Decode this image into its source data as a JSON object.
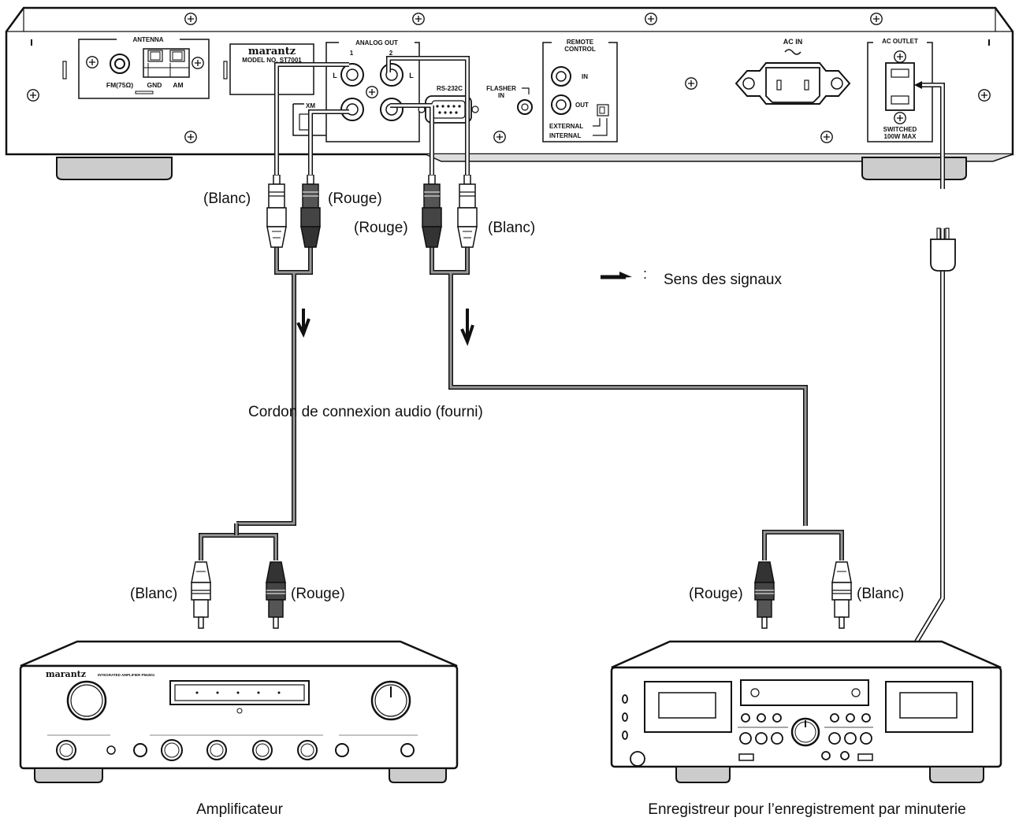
{
  "panel": {
    "antenna": "ANTENNA",
    "fm": "FM(75Ω)",
    "gnd": "GND",
    "am": "AM",
    "brand": "marantz",
    "model": "MODEL NO. ST7001",
    "analog_out": "ANALOG OUT",
    "out1": "1",
    "out2": "2",
    "l": "L",
    "xm": "XM",
    "rs232": "RS-232C",
    "flasher": "FLASHER",
    "flasher_in": "IN",
    "remote": "REMOTE",
    "control": "CONTROL",
    "in": "IN",
    "out": "OUT",
    "external": "EXTERNAL",
    "internal": "INTERNAL",
    "ac_in": "AC IN",
    "ac_outlet": "AC OUTLET",
    "switched": "SWITCHED",
    "max": "100W MAX"
  },
  "labels": {
    "blanc": "(Blanc)",
    "rouge": "(Rouge)",
    "signal_symbol": ":",
    "signal_direction": "Sens des signaux",
    "cable": "Cordon de connexion audio (fourni)",
    "amplifier": "Amplificateur",
    "recorder": "Enregistreur pour l’enregistrement par minuterie"
  },
  "amp": {
    "brand": "marantz",
    "model": "INTEGRATED AMPLIFIER PM4001"
  }
}
